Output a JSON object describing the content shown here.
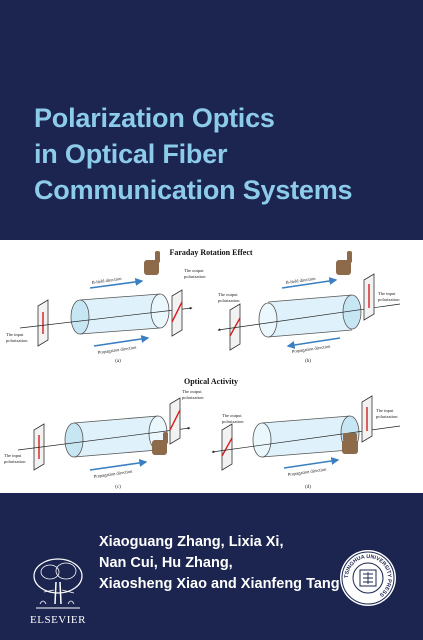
{
  "book": {
    "title_lines": [
      "Polarization Optics",
      "in Optical Fiber",
      "Communication Systems"
    ],
    "author_lines": [
      "Xiaoguang Zhang, Lixia Xi,",
      "Nan Cui, Hu Zhang,",
      "Xiaosheng Xiao and Xianfeng Tang"
    ]
  },
  "figure": {
    "heading_top": "Faraday Rotation Effect",
    "heading_bottom": "Optical Activity",
    "panel_a": {
      "tag": "(a)",
      "field": "B-field direction",
      "prop": "Propagation direction",
      "in": [
        "The input",
        "polarization"
      ],
      "out": [
        "The output",
        "polarization"
      ]
    },
    "panel_b": {
      "tag": "(b)",
      "field": "B-field direction",
      "prop": "Propagation direction",
      "in": [
        "The input",
        "polarization"
      ],
      "out": [
        "The output",
        "polarization"
      ]
    },
    "panel_c": {
      "tag": "(c)",
      "prop": "Propagation direction",
      "in": [
        "The input",
        "polarization"
      ],
      "out": [
        "The output",
        "polarization"
      ]
    },
    "panel_d": {
      "tag": "(d)",
      "prop": "Propagation direction",
      "in": [
        "The input",
        "polarization"
      ],
      "out": [
        "The output",
        "polarization"
      ]
    }
  },
  "publisher": {
    "name": "ELSEVIER"
  },
  "press_logo": {
    "text": "TSINGHUA UNIVERSITY PRESS"
  },
  "colors": {
    "background": "#1b2550",
    "title": "#8dcbea",
    "arrow_blue": "#3a7fc1",
    "fiber": "#dff2fb"
  }
}
